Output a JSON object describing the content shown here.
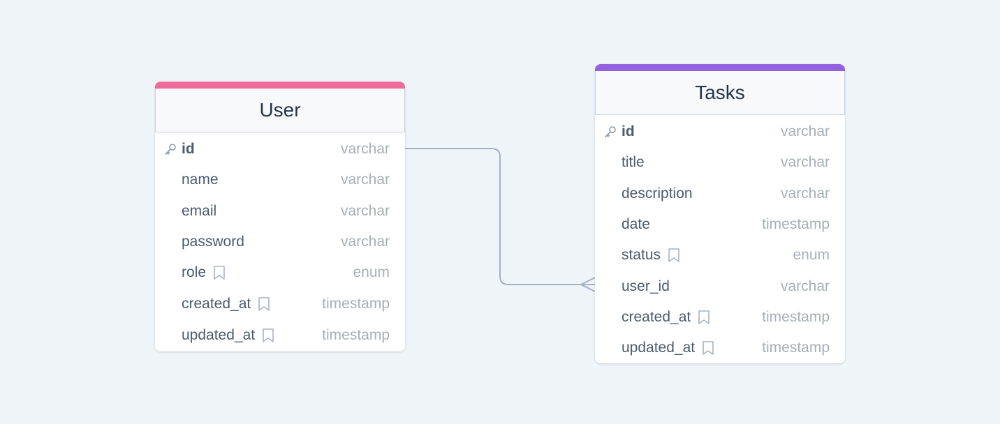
{
  "colors": {
    "background": "#eff4f8",
    "user_accent": "#f06b9a",
    "tasks_accent": "#9461e0",
    "connector": "#a3b1c4"
  },
  "tables": {
    "user": {
      "title": "User",
      "fields": [
        {
          "name": "id",
          "type": "varchar",
          "primary_key": true,
          "note": false
        },
        {
          "name": "name",
          "type": "varchar",
          "primary_key": false,
          "note": false
        },
        {
          "name": "email",
          "type": "varchar",
          "primary_key": false,
          "note": false
        },
        {
          "name": "password",
          "type": "varchar",
          "primary_key": false,
          "note": false
        },
        {
          "name": "role",
          "type": "enum",
          "primary_key": false,
          "note": true
        },
        {
          "name": "created_at",
          "type": "timestamp",
          "primary_key": false,
          "note": true
        },
        {
          "name": "updated_at",
          "type": "timestamp",
          "primary_key": false,
          "note": true
        }
      ]
    },
    "tasks": {
      "title": "Tasks",
      "fields": [
        {
          "name": "id",
          "type": "varchar",
          "primary_key": true,
          "note": false
        },
        {
          "name": "title",
          "type": "varchar",
          "primary_key": false,
          "note": false
        },
        {
          "name": "description",
          "type": "varchar",
          "primary_key": false,
          "note": false
        },
        {
          "name": "date",
          "type": "timestamp",
          "primary_key": false,
          "note": false
        },
        {
          "name": "status",
          "type": "enum",
          "primary_key": false,
          "note": true
        },
        {
          "name": "user_id",
          "type": "varchar",
          "primary_key": false,
          "note": false
        },
        {
          "name": "created_at",
          "type": "timestamp",
          "primary_key": false,
          "note": true
        },
        {
          "name": "updated_at",
          "type": "timestamp",
          "primary_key": false,
          "note": true
        }
      ]
    }
  },
  "relationships": [
    {
      "from_table": "user",
      "from_field": "id",
      "to_table": "tasks",
      "to_field": "user_id",
      "cardinality": "one-to-many"
    }
  ]
}
